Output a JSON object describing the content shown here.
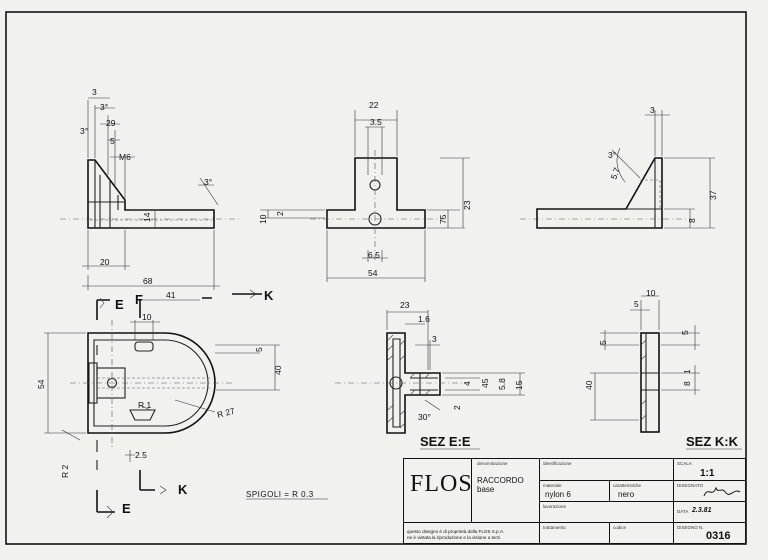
{
  "dimensions": {
    "v1": [
      "3",
      "3°",
      "29",
      "3°",
      "5",
      "M6",
      "3°",
      "14",
      "20",
      "68"
    ],
    "v2": [
      "22",
      "3.5",
      "10",
      "2",
      "75",
      "23",
      "6.5",
      "54"
    ],
    "v3": [
      "3",
      "3°",
      "5.7",
      "37",
      "8"
    ],
    "plan": [
      "41",
      "10",
      "5",
      "40",
      "54",
      "R 1",
      "R 27",
      "R 2",
      "2.5"
    ],
    "sec_e": [
      "23",
      "1.6",
      "3",
      "4",
      "45",
      "5.8",
      "15",
      "2",
      "30°"
    ],
    "sec_k": [
      "10",
      "5",
      "5",
      "5",
      "40",
      "8",
      "1"
    ]
  },
  "section_marks": {
    "e_letter": "E",
    "f_letter": "F",
    "k_letter": "K",
    "e_letter_bottom": "E",
    "k_letter_bottom": "K"
  },
  "section_titles": {
    "e": "SEZ E:E",
    "k": "SEZ K:K"
  },
  "note": "SPIGOLI = R 0.3",
  "title_block": {
    "logo": "FLOS",
    "denominazione_label": "denominazione",
    "denominazione_value": "RACCORDO\nbase",
    "identificazione_label": "identificazione",
    "scala_label": "SCALA",
    "scala_value": "1:1",
    "materiale_label": "materiale",
    "materiale_value": "nylon 6",
    "caratteristiche_label": "caratteristiche",
    "caratteristiche_value": "nero",
    "disegnato_label": "DISEGNATO",
    "lavorazione_label": "lavorazione",
    "data_label": "DATA",
    "data_value": "2.3.81",
    "trattamento_label": "trattamento",
    "codice_label": "codice",
    "disegno_label": "DISEGNO N.",
    "disegno_value": "0316",
    "note_line1": "questo disegno è di proprietà della FLOS S.p.A.",
    "note_line2": "ne è vietata la riproduzione e la visione a terzi"
  }
}
